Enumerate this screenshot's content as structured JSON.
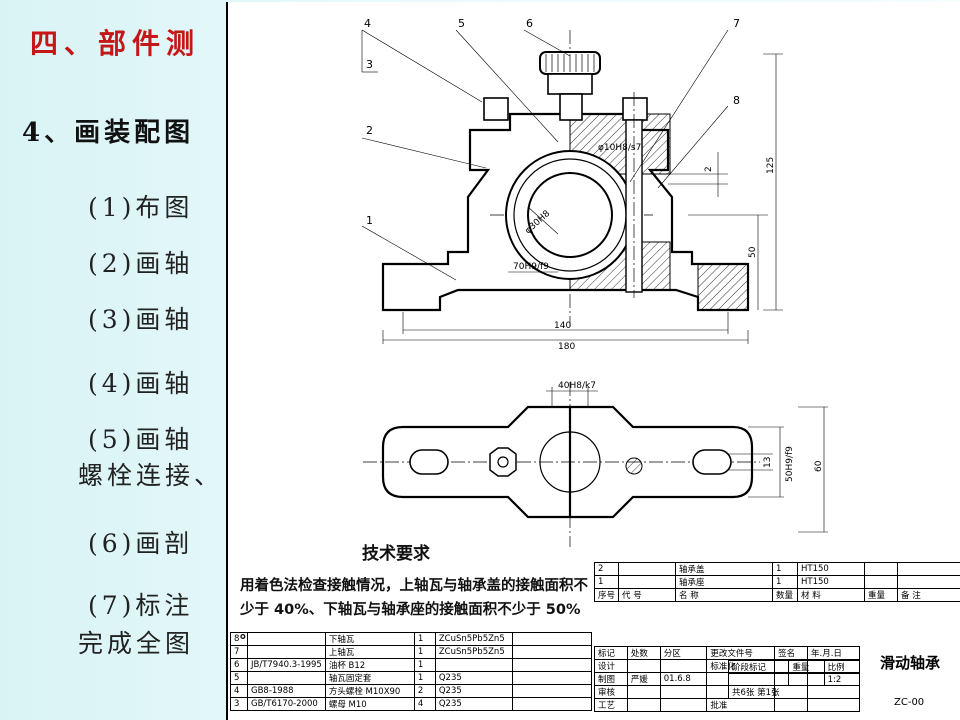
{
  "slide": {
    "title": "四、部件测",
    "subtitle": "4、画装配图",
    "steps": [
      "(1)布图",
      "(2)画轴",
      "(3)画轴",
      "(4)画轴",
      "(5)画轴",
      "螺栓连接、",
      "(6)画剖",
      "(7)标注",
      "完成全图"
    ]
  },
  "drawing": {
    "balloons": [
      "1",
      "2",
      "3",
      "4",
      "5",
      "6",
      "7",
      "8"
    ],
    "dimensions": {
      "fit_small": "φ10H8/s7",
      "fit_bore": "φ30H8",
      "fit_base": "70H9/f9",
      "gap": "2",
      "width_inner": "140",
      "width_total": "180",
      "height_total": "125",
      "height_center": "50",
      "top_fit": "40H8/k7",
      "plan_small": "13",
      "plan_fit": "50H9/f9",
      "plan_total": "60"
    },
    "tech_title": "技术要求",
    "tech_text": "用着色法检查接触情况，上轴瓦与轴承盖的接触面积不少于 40%、下轴瓦与轴承座的接触面积不少于 50% 。"
  },
  "bom_upper": [
    {
      "no": "2",
      "code": "",
      "name": "轴承盖",
      "qty": "1",
      "material": "HT150",
      "note": ""
    },
    {
      "no": "1",
      "code": "",
      "name": "轴承座",
      "qty": "1",
      "material": "HT150",
      "note": ""
    }
  ],
  "bom_upper_header": {
    "no": "序号",
    "code": "代 号",
    "name": "名 称",
    "qty": "数量",
    "material": "材 料",
    "weight": "重量",
    "note": "备 注"
  },
  "bom_lower": [
    {
      "no": "8",
      "code": "",
      "name": "下轴瓦",
      "qty": "1",
      "material": "ZCuSn5Pb5Zn5"
    },
    {
      "no": "7",
      "code": "",
      "name": "上轴瓦",
      "qty": "1",
      "material": "ZCuSn5Pb5Zn5"
    },
    {
      "no": "6",
      "code": "JB/T7940.3-1995",
      "name": "油杯 B12",
      "qty": "1",
      "material": ""
    },
    {
      "no": "5",
      "code": "",
      "name": "轴瓦固定套",
      "qty": "1",
      "material": "Q235"
    },
    {
      "no": "4",
      "code": "GB8-1988",
      "name": "方头螺栓 M10X90",
      "qty": "2",
      "material": "Q235"
    },
    {
      "no": "3",
      "code": "GB/T6170-2000",
      "name": "螺母 M10",
      "qty": "4",
      "material": "Q235"
    }
  ],
  "title_block": {
    "row1": [
      "标记",
      "处数",
      "分区",
      "更改文件号",
      "签名",
      "年.月.日"
    ],
    "design": "设计",
    "standardize": "标准化",
    "draw": "制图",
    "draw_name": "严媛",
    "draw_date": "01.6.8",
    "review": "审核",
    "process": "工艺",
    "approve": "批准",
    "stage_hdr": [
      "阶段标记",
      "重量",
      "比例"
    ],
    "scale": "1:2",
    "sheets": "共6张 第1张",
    "name": "滑动轴承",
    "drawing_no": "ZC-00"
  }
}
